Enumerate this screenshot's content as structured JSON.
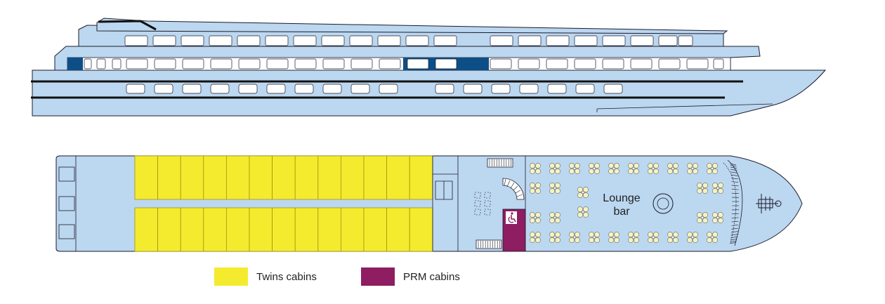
{
  "colors": {
    "hull": "#bcd7f0",
    "outline": "#1b1b2a",
    "window_band": "#0d4e86",
    "twins": "#f5eb2e",
    "prm": "#8e1d62",
    "table": "#f6f3c2",
    "table_outline": "#6b6b60"
  },
  "deck_plan": {
    "lounge": {
      "line1": "Lounge",
      "line2": "bar"
    },
    "accessibility_icon": "wheelchair-icon",
    "cabin_rows": 2,
    "cabins_per_row": 13
  },
  "legend": [
    {
      "label": "Twins cabins",
      "color": "#f5eb2e"
    },
    {
      "label": "PRM cabins",
      "color": "#8e1d62"
    }
  ]
}
